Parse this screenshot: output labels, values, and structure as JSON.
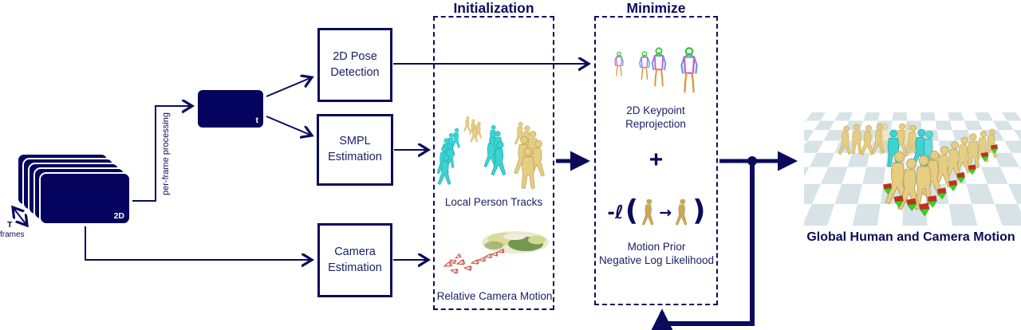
{
  "colors": {
    "navy": "#0b0b5c",
    "frame_fill": "#04045e",
    "cyan_mesh": "#3ed2d2",
    "tan_mesh": "#e5cd82",
    "gold_figure": "#c9a85a",
    "sk_green": "#3fc43f",
    "sk_blue": "#5aa0e6",
    "sk_magenta": "#d957c8",
    "sk_orange": "#e0923c",
    "marker_green": "#35d51e",
    "marker_red": "#c03020",
    "floor_tile": "#d7e3e6"
  },
  "input": {
    "depth_label": "T",
    "depth_sublabel": "frames",
    "stack_tag": "2D",
    "frame_tag": "t",
    "process_label": "per-frame processing"
  },
  "stages": {
    "pose": "2D Pose Detection",
    "smpl": "SMPL Estimation",
    "camera": "Camera Estimation"
  },
  "initialization": {
    "title": "Initialization",
    "tracks_caption": "Local Person Tracks",
    "camera_caption": "Relative Camera Motion"
  },
  "minimize": {
    "title": "Minimize",
    "keypoint_caption_1": "2D Keypoint",
    "keypoint_caption_2": "Reprojection",
    "plus": "+",
    "formula_prefix": "-ℓ",
    "formula_open": "(",
    "formula_arrow": "→",
    "formula_close": ")",
    "prior_caption_1": "Motion Prior",
    "prior_caption_2": "Negative Log Likelihood"
  },
  "output": {
    "caption": "Global Human and Camera Motion"
  }
}
